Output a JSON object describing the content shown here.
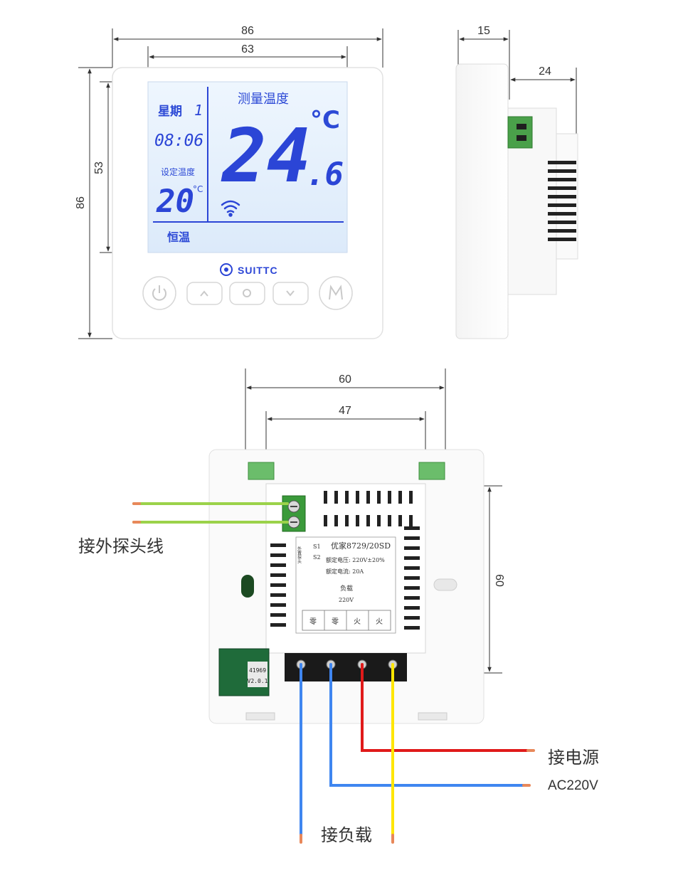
{
  "front": {
    "dim_outer_w": "86",
    "dim_inner_w": "63",
    "dim_outer_h": "86",
    "dim_inner_h": "53",
    "weekday_label": "星期",
    "weekday_value": "1",
    "clock": "08:06",
    "set_temp_label": "设定温度",
    "set_temp_value": "20",
    "set_temp_unit": "°C",
    "measured_label": "测量温度",
    "measured_int": "24",
    "measured_dec": ".6",
    "measured_unit": "°C",
    "mode": "恒温",
    "brand": "SUITTC"
  },
  "side": {
    "dim_depth_front": "15",
    "dim_depth_back": "24"
  },
  "back": {
    "dim_outer_w": "60",
    "dim_inner_w": "47",
    "dim_h": "60",
    "model": "优家8729/20SD",
    "probe_label": "外置探头",
    "s1": "S1",
    "s2": "S2",
    "rated_voltage": "额定电压: 220V±20%",
    "rated_current": "额定电流: 20A",
    "load": "负载",
    "load_voltage": "220V",
    "terminals": [
      "零",
      "零",
      "火",
      "火"
    ],
    "pcb_code1": "41969",
    "pcb_code2": "V2.0.1"
  },
  "labels": {
    "probe": "接外探头线",
    "power": "接电源",
    "power_spec": "AC220V",
    "load": "接负载"
  },
  "colors": {
    "lcd_bg": "#e6f1fc",
    "lcd_text": "#2b45d6",
    "wire_probe": "#9bd24a",
    "wire_blue": "#3f86f0",
    "wire_red": "#e01a1a",
    "wire_yellow": "#ffe600",
    "terminal_green": "#3a9a3a"
  }
}
